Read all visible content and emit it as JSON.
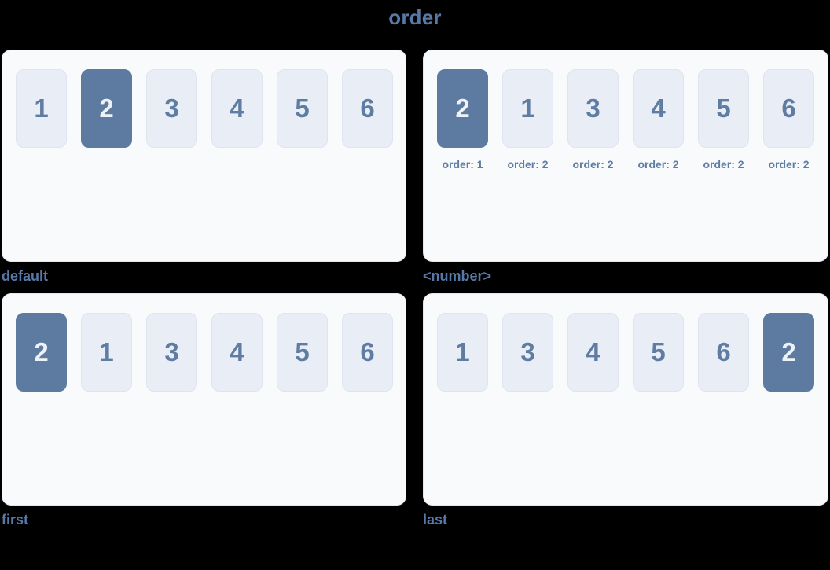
{
  "page": {
    "title": "order"
  },
  "colors": {
    "pageBg": "#000000",
    "panelBg": "#f8fafc",
    "panelBorder": "#e3e8f0",
    "boxBg": "#e9edf5",
    "boxBorder": "#dee4f0",
    "num": "#5f7da2",
    "hl": "#5d7ba0",
    "hlText": "#eef2f8",
    "heading": "#5878a8"
  },
  "panels": [
    {
      "id": "default",
      "caption": "default",
      "items": [
        {
          "value": "1",
          "highlight": false
        },
        {
          "value": "2",
          "highlight": true
        },
        {
          "value": "3",
          "highlight": false
        },
        {
          "value": "4",
          "highlight": false
        },
        {
          "value": "5",
          "highlight": false
        },
        {
          "value": "6",
          "highlight": false
        }
      ]
    },
    {
      "id": "number",
      "caption": "<number>",
      "items": [
        {
          "value": "2",
          "highlight": true,
          "label": "order: 1"
        },
        {
          "value": "1",
          "highlight": false,
          "label": "order: 2"
        },
        {
          "value": "3",
          "highlight": false,
          "label": "order: 2"
        },
        {
          "value": "4",
          "highlight": false,
          "label": "order: 2"
        },
        {
          "value": "5",
          "highlight": false,
          "label": "order: 2"
        },
        {
          "value": "6",
          "highlight": false,
          "label": "order: 2"
        }
      ]
    },
    {
      "id": "first",
      "caption": "first",
      "items": [
        {
          "value": "2",
          "highlight": true
        },
        {
          "value": "1",
          "highlight": false
        },
        {
          "value": "3",
          "highlight": false
        },
        {
          "value": "4",
          "highlight": false
        },
        {
          "value": "5",
          "highlight": false
        },
        {
          "value": "6",
          "highlight": false
        }
      ]
    },
    {
      "id": "last",
      "caption": "last",
      "items": [
        {
          "value": "1",
          "highlight": false
        },
        {
          "value": "3",
          "highlight": false
        },
        {
          "value": "4",
          "highlight": false
        },
        {
          "value": "5",
          "highlight": false
        },
        {
          "value": "6",
          "highlight": false
        },
        {
          "value": "2",
          "highlight": true
        }
      ]
    }
  ]
}
